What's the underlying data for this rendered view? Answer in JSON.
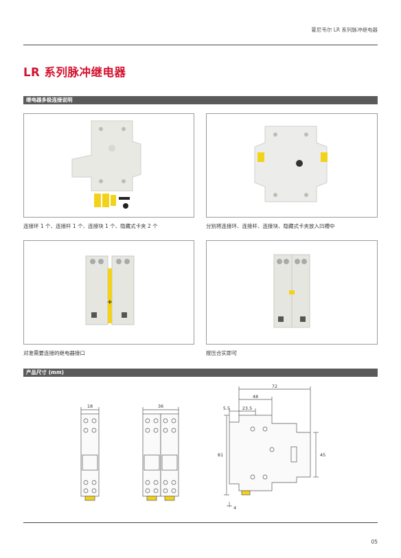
{
  "header": {
    "doc_title": "霍尼韦尔 LR 系列脉冲继电器"
  },
  "page_title": "LR 系列脉冲继电器",
  "section1": {
    "label": "继电器多极连接说明",
    "captions": [
      "连接环 1 个、连接杆 1 个、连接块 1 个、隐藏式卡夹 2 个",
      "分别将连接环、连接杆、连接块、隐藏式卡夹放入凹槽中",
      "对准需要连接的继电器接口",
      "按压合实即可"
    ]
  },
  "section2": {
    "label": "产品尺寸 (mm)",
    "dims": {
      "single_width": "18",
      "double_width": "36",
      "overall_depth": "72",
      "upper_depth": "48",
      "front_offset": "5.5",
      "front_width": "23.5",
      "height": "81",
      "body_height": "45",
      "clip": "4"
    }
  },
  "footer": {
    "page_number": "05"
  },
  "colors": {
    "accent": "#d4112e",
    "bar": "#5a5a5a",
    "clip": "#f2d21b"
  }
}
